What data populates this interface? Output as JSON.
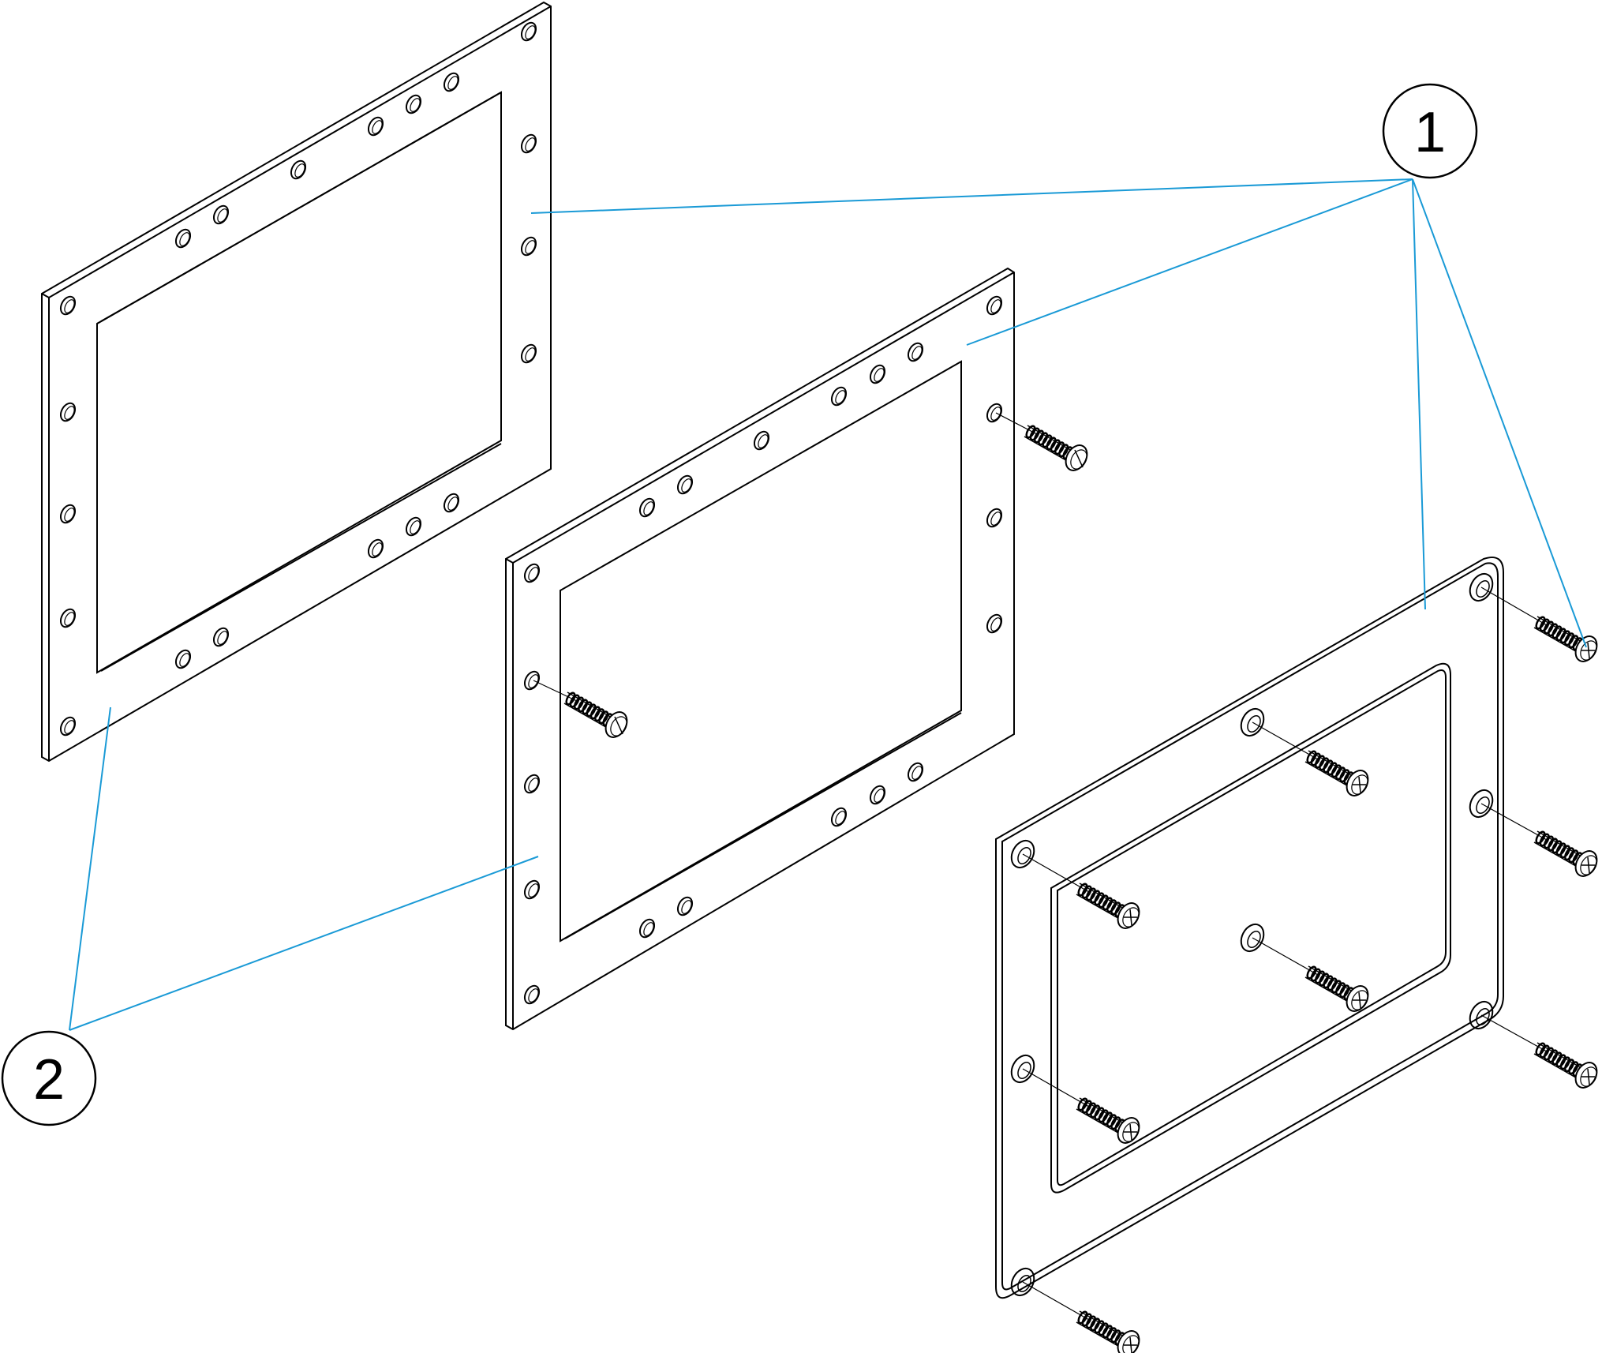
{
  "callouts": [
    {
      "id": "callout-1",
      "label": "1"
    },
    {
      "id": "callout-2",
      "label": "2"
    }
  ],
  "colors": {
    "leader": "#1a9ad6",
    "outline": "#000000",
    "background": "#ffffff"
  }
}
